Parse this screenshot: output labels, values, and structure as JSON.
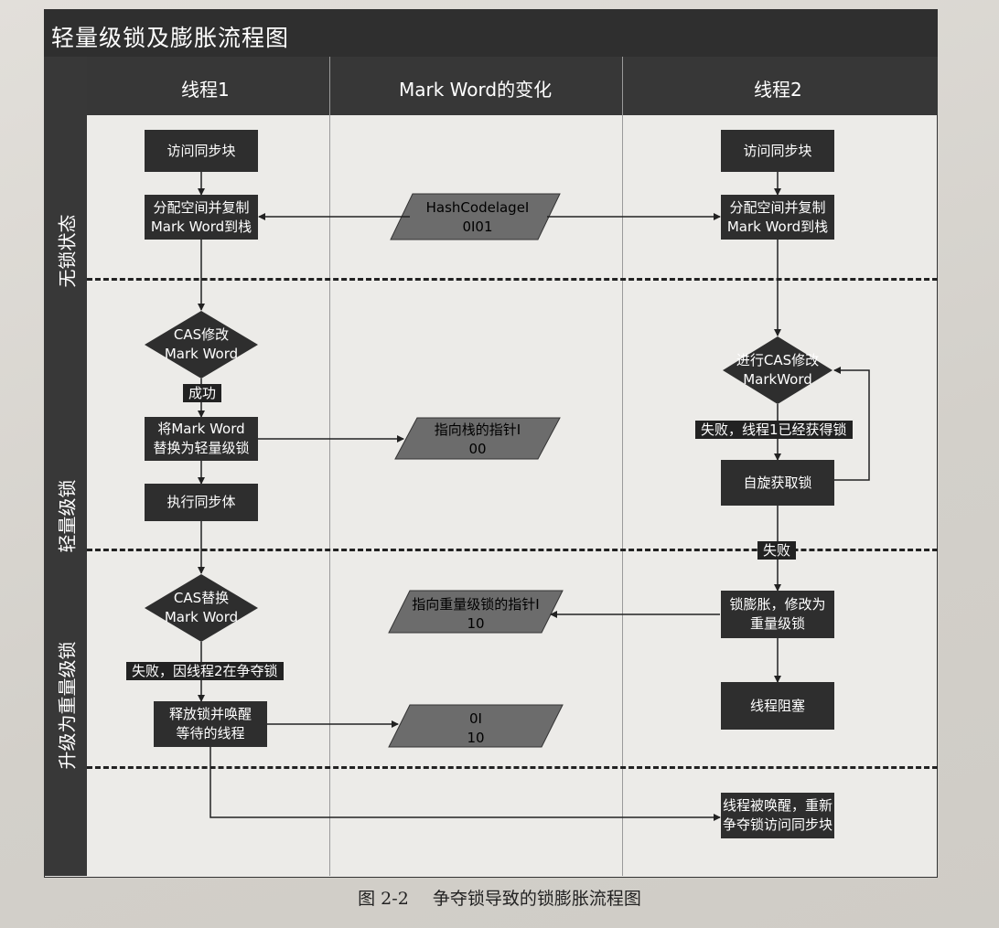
{
  "title": "轻量级锁及膨胀流程图",
  "columns": {
    "thread1": "线程1",
    "markword": "Mark Word的变化",
    "thread2": "线程2"
  },
  "states": {
    "unlocked": "无锁状态",
    "lightweight": "轻量级锁",
    "heavyweight": "升级为重量级锁"
  },
  "thread1": {
    "access": "访问同步块",
    "alloc_line1": "分配空间并复制",
    "alloc_line2": "Mark Word到栈",
    "cas_line1": "CAS修改",
    "cas_line2": "Mark Word",
    "success": "成功",
    "replace_line1": "将Mark Word",
    "replace_line2": "替换为轻量级锁",
    "execute": "执行同步体",
    "cas2_line1": "CAS替换",
    "cas2_line2": "Mark Word",
    "fail_tag": "失败，因线程2在争夺锁",
    "release_line1": "释放锁并唤醒",
    "release_line2": "等待的线程"
  },
  "markword": {
    "hash_line1": "HashCodelageI",
    "hash_line2": "0I01",
    "stack_ptr_line1": "指向栈的指针I",
    "stack_ptr_line2": "00",
    "heavy_ptr_line1": "指向重量级锁的指针I",
    "heavy_ptr_line2": "10",
    "zero_line1": "0I",
    "zero_line2": "10"
  },
  "thread2": {
    "access": "访问同步块",
    "alloc_line1": "分配空间并复制",
    "alloc_line2": "Mark Word到栈",
    "cas_line1": "进行CAS修改",
    "cas_line2": "MarkWord",
    "fail_tag": "失败，线程1已经获得锁",
    "spin": "自旋获取锁",
    "fail2_tag": "失败",
    "inflate_line1": "锁膨胀，修改为",
    "inflate_line2": "重量级锁",
    "block": "线程阻塞",
    "wake_line1": "线程被唤醒，重新",
    "wake_line2": "争夺锁访问同步块"
  },
  "caption": {
    "number": "图 2-2",
    "text": "争夺锁导致的锁膨胀流程图"
  },
  "colors": {
    "box": "#2e2e2e",
    "parallelogram": "#6c6c6c",
    "header": "#373737"
  }
}
